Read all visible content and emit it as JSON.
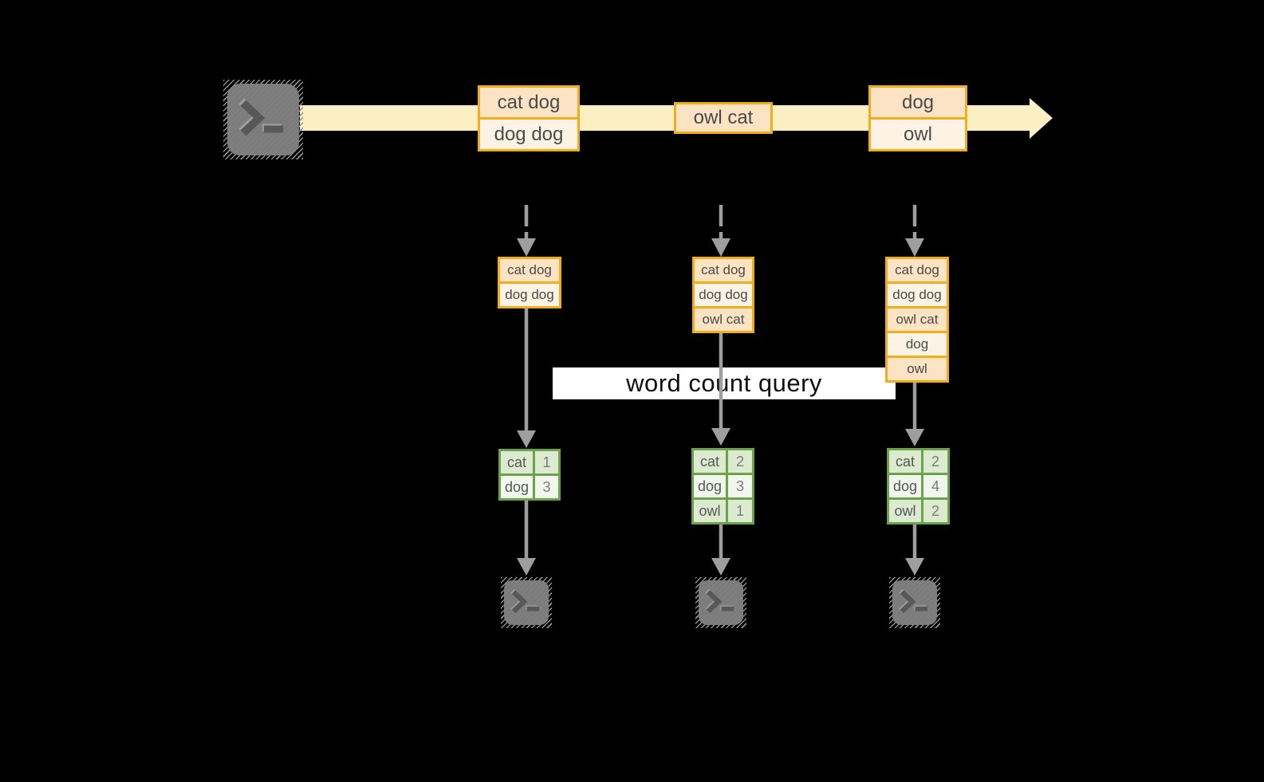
{
  "banner": {
    "label": "word count query"
  },
  "stream": {
    "events": [
      {
        "rows": [
          "cat dog",
          "dog dog"
        ]
      },
      {
        "rows": [
          "owl cat"
        ]
      },
      {
        "rows": [
          "dog",
          "owl"
        ]
      }
    ]
  },
  "pipelines": [
    {
      "state_rows": [
        "cat dog",
        "dog dog"
      ],
      "counts": [
        {
          "word": "cat",
          "count": "1"
        },
        {
          "word": "dog",
          "count": "3"
        }
      ]
    },
    {
      "state_rows": [
        "cat dog",
        "dog dog",
        "owl cat"
      ],
      "counts": [
        {
          "word": "cat",
          "count": "2"
        },
        {
          "word": "dog",
          "count": "3"
        },
        {
          "word": "owl",
          "count": "1"
        }
      ]
    },
    {
      "state_rows": [
        "cat dog",
        "dog dog",
        "owl cat",
        "dog",
        "owl"
      ],
      "counts": [
        {
          "word": "cat",
          "count": "2"
        },
        {
          "word": "dog",
          "count": "4"
        },
        {
          "word": "owl",
          "count": "2"
        }
      ]
    }
  ],
  "icons": {
    "source": "terminal-icon",
    "sinks": [
      "terminal-icon",
      "terminal-icon",
      "terminal-icon"
    ]
  },
  "colors": {
    "background": "#000000",
    "stream_band": "#fcefc3",
    "orange_border": "#f0ad1e",
    "orange_fill_dark": "#fbe3c4",
    "orange_fill_light": "#fdf3e5",
    "green_border": "#6ba24b",
    "green_fill_dark": "#dcead0",
    "green_fill_light": "#f1f7ed",
    "arrow_gray": "#9e9e9e"
  }
}
